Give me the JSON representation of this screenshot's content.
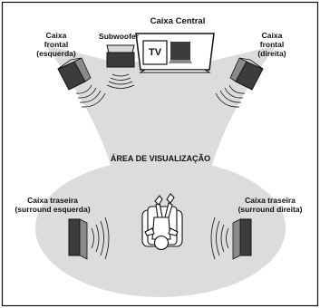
{
  "labels": {
    "central": "Caixa Central",
    "subwoofer": "Subwoofer",
    "tv": "TV",
    "front_left": [
      "Caixa",
      "frontal",
      "(esquerda)"
    ],
    "front_right": [
      "Caixa",
      "frontal",
      "(direita)"
    ],
    "viewing_area": "ÁREA DE VISUALIZAÇÃO",
    "rear_left": [
      "Caixa traseira",
      "(surround esquerda)"
    ],
    "rear_right": [
      "Caixa traseira",
      "(surround direita)"
    ]
  },
  "colors": {
    "area_fill": "#dcdcdc",
    "ink": "#111111",
    "speaker_dark": "#3c3c3c",
    "speaker_mid": "#8a8a8a",
    "speaker_light": "#d8d8d8"
  },
  "icons": {
    "speaker": "speaker-icon",
    "tv": "tv-icon",
    "listener": "listener-icon",
    "sound_waves": "sound-waves-icon"
  }
}
